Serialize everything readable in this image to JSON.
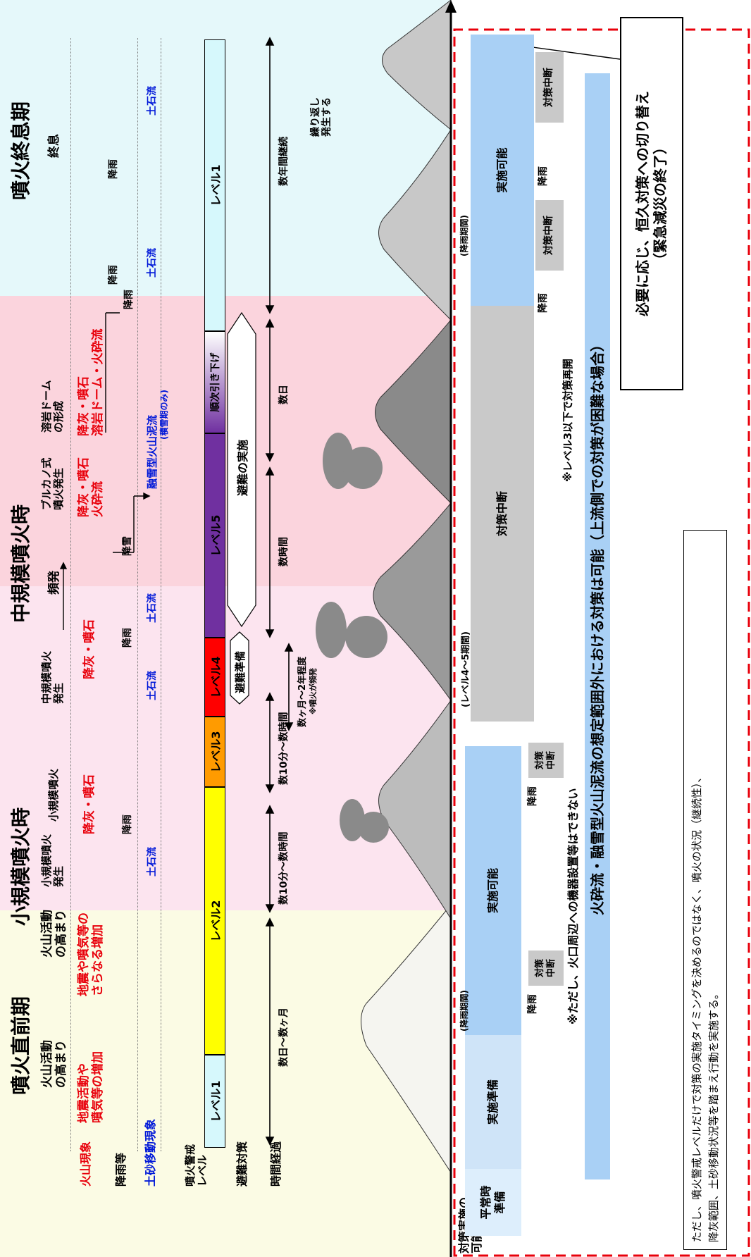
{
  "phases": {
    "pre": "噴火直前期",
    "small": "小規模噴火時",
    "medium": "中規模噴火時",
    "end": "噴火終息期"
  },
  "row_labels": {
    "volcano": "火山現象",
    "rain": "降雨等",
    "sediment": "土砂移動現象",
    "alert": "噴火警戒\nレベル",
    "evac": "避難対策",
    "time": "時間経過",
    "measures": "対策実施の\n可能性"
  },
  "events": {
    "activity_high": "火山活動\nの高まり",
    "activity_high2": "火山活動\nの高まり",
    "small_erupt": "小規模噴火\n発生",
    "small_erupt2": "小規模噴火",
    "mid_erupt": "中規模噴火\n発生",
    "frequent": "頻発",
    "vulcanian": "ブルカノ式\n噴火発生",
    "dome": "溶岩ドーム\nの形成",
    "end": "終息"
  },
  "phenomena": {
    "quake1": "地震活動や\n噴気等の増加",
    "quake2": "地震や噴気等の\nさらなる増加",
    "ash1": "降灰・噴石",
    "ash2": "降灰・噴石",
    "ash_pf": "降灰・噴石\n火砕流",
    "ash_dome": "降灰・噴石\n溶岩ドーム・火砕流",
    "snowmelt": "融雪型火山泥流",
    "snowmelt_note": "(積雪期のみ)"
  },
  "rain": {
    "r1": "降雨",
    "r2": "降雨",
    "snow": "降雪",
    "r3": "降雨",
    "r4": "降雨",
    "r5": "降雨"
  },
  "debris": {
    "d1": "土石流",
    "d2": "土石流",
    "d3": "土石流",
    "d4": "土石流",
    "d5": "土石流"
  },
  "levels": {
    "l1a": "レベル1",
    "l2": "レベル2",
    "l3": "レベル3",
    "l4": "レベル4",
    "l5": "レベル5",
    "down": "順次引き下げ",
    "l1b": "レベル1",
    "colors": {
      "l1": "#d6f8fc",
      "l2": "#ffff00",
      "l3": "#ff9b00",
      "l4": "#ff0000",
      "l5": "#7030a0",
      "down": "#ffffff"
    }
  },
  "evac": {
    "prep": "避難準備",
    "exec": "避難の実施"
  },
  "time": {
    "t1": "数日～数ヶ月",
    "t2": "数10分～数時間",
    "t3": "数10分～数時間",
    "t4": "数ヶ月～2年程度",
    "t4note": "※噴火が頻発",
    "t5": "数時間",
    "t6": "数日",
    "t7": "数年間継続",
    "repeat": "繰り返し\n発生する"
  },
  "measures": {
    "normal": "平常時\n準備",
    "prep": "実施準備",
    "possible1": "実施可能",
    "rain_period1": "(降雨期間)",
    "stop1": "対策\n中断",
    "stop2": "対策\n中断",
    "rain_a": "降雨",
    "rain_b": "降雨",
    "stop_big": "対策中断",
    "period45": "(レベル4～5期間)",
    "possible2": "実施可能",
    "rain_period2": "(降雨期間)",
    "stop3": "対策中断",
    "stop4": "対策中断",
    "rain_c": "降雨",
    "rain_d": "降雨",
    "note_crater": "※ただし、火口周辺への機器設置等はできない",
    "note_resume": "※レベル3以下で対策再開",
    "upstream": "火砕流・融雪型火山泥流の想定範囲外における対策は可能（上流側での対策が困難な場合）"
  },
  "side_notes": {
    "switch": "必要に応じ、恒久対策への切り替え\n（緊急減災の終了）",
    "footnote": "ただし、噴火警戒レベルだけで対策の実施タイミングを決めるのではなく、噴火の状況（継続性）、\n降灰範囲、土砂移動状況等を踏まえ行動を実施する。"
  },
  "colors": {
    "pre_band": "#fbfbe4",
    "small_band": "#fce4ef",
    "mid_band": "#fbd4dd",
    "end_band": "#e5f8fa",
    "red_dash": "#e8000b",
    "alert_red": "#e8000b",
    "debris_blue": "#0018d8"
  }
}
